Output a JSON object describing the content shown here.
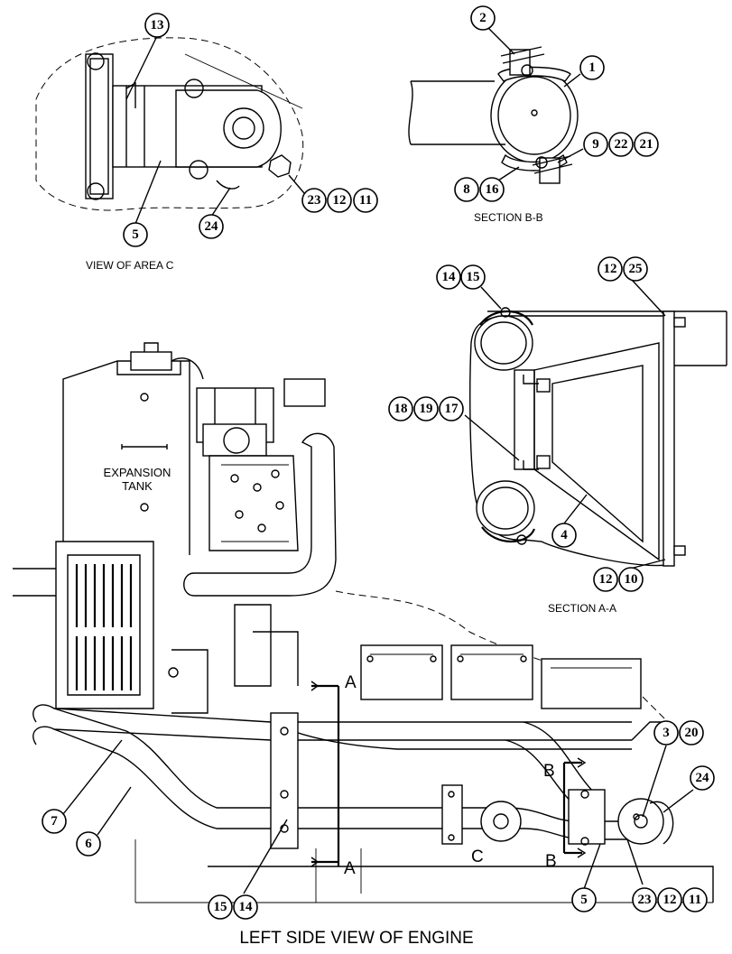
{
  "captions": {
    "view_area_c": "VIEW OF AREA  C",
    "section_bb": "SECTION  B-B",
    "section_aa": "SECTION  A-A",
    "left_side_view": "LEFT SIDE VIEW OF ENGINE",
    "expansion_1": "EXPANSION",
    "expansion_2": "TANK"
  },
  "markers": {
    "a": "A",
    "b": "B",
    "c": "C"
  },
  "callouts": [
    "1",
    "2",
    "3",
    "4",
    "5",
    "6",
    "7",
    "8",
    "9",
    "10",
    "11",
    "12",
    "13",
    "14",
    "15",
    "16",
    "17",
    "18",
    "19",
    "20",
    "21",
    "22",
    "23",
    "24",
    "25"
  ]
}
